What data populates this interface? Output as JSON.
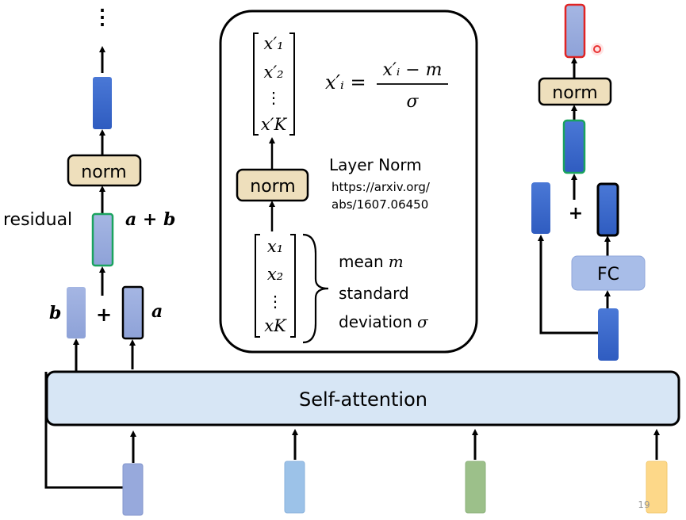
{
  "title": "Layer Norm with residual connection in Transformer encoder",
  "colors": {
    "dark_blue": "#3a66c8",
    "light_purple_blue": "#97a9dc",
    "light_blue": "#9cc2e8",
    "green": "#9cc08a",
    "yellow": "#fdd889",
    "norm_fill": "#eedfbc",
    "fc_fill": "#a8bde8",
    "attention_fill": "#d7e6f5",
    "green_border": "#1aa35e",
    "red_border": "#e02424"
  },
  "left_column": {
    "ellipsis": "⋮",
    "norm_label": "norm",
    "residual_label": "residual",
    "sum_label": "a + b",
    "b_label": "b",
    "plus_label": "+",
    "a_label": "a"
  },
  "center_panel": {
    "output_vector": [
      "x′₁",
      "x′₂",
      "⋮",
      "x′K"
    ],
    "formula_lhs": "x′ᵢ =",
    "formula_numerator": "x′ᵢ − m",
    "formula_denominator": "σ",
    "norm_label": "norm",
    "layer_norm_title": "Layer Norm",
    "link_line1": "https://arxiv.org/",
    "link_line2": "abs/1607.06450",
    "input_vector": [
      "x₁",
      "x₂",
      "⋮",
      "xK"
    ],
    "mean_label": "mean",
    "mean_symbol": "m",
    "std_line1": "standard",
    "std_line2": "deviation",
    "std_symbol": "σ"
  },
  "right_column": {
    "norm_label": "norm",
    "plus_label": "+",
    "fc_label": "FC"
  },
  "self_attention": {
    "label": "Self-attention"
  },
  "slide_number": "19"
}
